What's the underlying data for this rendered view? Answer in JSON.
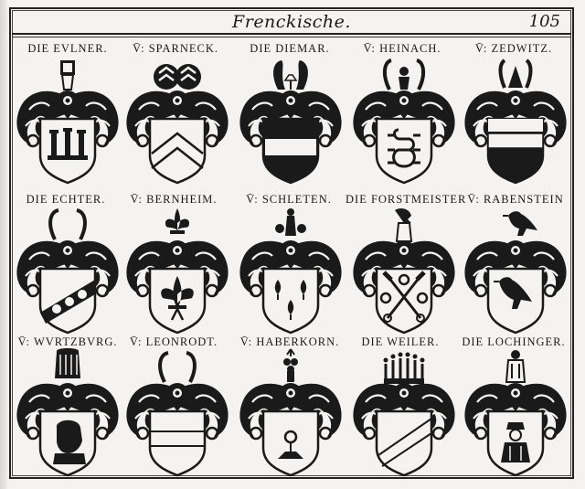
{
  "page": {
    "title": "Frenckische.",
    "page_number": "105"
  },
  "rows": [
    {
      "arms": [
        {
          "label": "DIE EVLNER.",
          "charge": "castle-icon",
          "tincture": "argent"
        },
        {
          "label": "V̄: SPARNECK.",
          "charge": "chevrons-icon",
          "tincture": "argent"
        },
        {
          "label": "DIE DIEMAR.",
          "charge": "fess-icon",
          "tincture": "sable-argent-sable"
        },
        {
          "label": "V̄: HEINACH.",
          "charge": "knot-icon",
          "tincture": "argent"
        },
        {
          "label": "V̄: ZEDWITZ.",
          "charge": "fess-icon",
          "tincture": "argent-sable"
        }
      ]
    },
    {
      "arms": [
        {
          "label": "DIE ECHTER.",
          "charge": "bend-rings-icon",
          "tincture": "argent"
        },
        {
          "label": "V̄: BERNHEIM.",
          "charge": "fleur-de-lis-icon",
          "tincture": "argent"
        },
        {
          "label": "V̄: SCHLETEN.",
          "charge": "leaves-icon",
          "tincture": "argent"
        },
        {
          "label": "DIE FORSTMEISTER",
          "charge": "crossed-keys-roses-icon",
          "tincture": "argent"
        },
        {
          "label": "V̄: RABENSTEIN",
          "charge": "raven-icon",
          "tincture": "argent"
        }
      ]
    },
    {
      "arms": [
        {
          "label": "V̄: WVRTZBVRG.",
          "charge": "moor-head-icon",
          "tincture": "argent"
        },
        {
          "label": "V̄: LEONRODT.",
          "charge": "fess-icon",
          "tincture": "argent"
        },
        {
          "label": "V̄: HABERKORN.",
          "charge": "rose-mount-icon",
          "tincture": "argent"
        },
        {
          "label": "DIE WEILER.",
          "charge": "bend-icon",
          "tincture": "argent"
        },
        {
          "label": "DIE LOCHINGER.",
          "charge": "figure-icon",
          "tincture": "argent"
        }
      ]
    }
  ],
  "colors": {
    "paper": "#f4f3f1",
    "ink": "#1a1a1a"
  }
}
